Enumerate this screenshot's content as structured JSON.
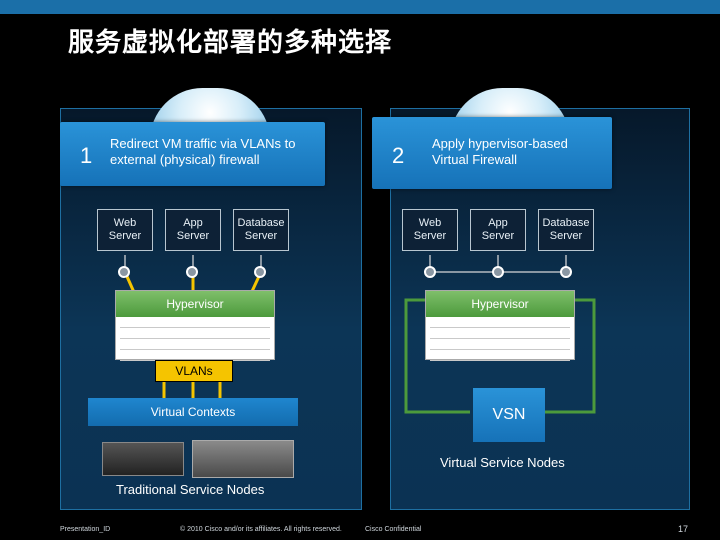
{
  "slide": {
    "title": "服务虚拟化部署的多种选择",
    "colors": {
      "accent": "#1b6fa8",
      "hypervisor_green": "#4c9a3c",
      "vlan_yellow": "#f5c400",
      "callout_blue": "#1f86cf"
    }
  },
  "left": {
    "step_number": "1",
    "callout": "Redirect VM traffic via VLANs to external (physical) firewall",
    "servers": [
      "Web Server",
      "App Server",
      "Database Server"
    ],
    "hypervisor": "Hypervisor",
    "vlans": "VLANs",
    "virtual_contexts": "Virtual Contexts",
    "service_nodes": "Traditional Service Nodes"
  },
  "right": {
    "step_number": "2",
    "callout": "Apply hypervisor-based Virtual Firewall",
    "servers": [
      "Web Server",
      "App Server",
      "Database Server"
    ],
    "hypervisor": "Hypervisor",
    "vsn": "VSN",
    "service_nodes": "Virtual Service Nodes"
  },
  "footer": {
    "presentation": "Presentation_ID",
    "copyright": "© 2010 Cisco and/or its affiliates. All rights reserved.",
    "confidential": "Cisco Confidential",
    "page": "17"
  }
}
